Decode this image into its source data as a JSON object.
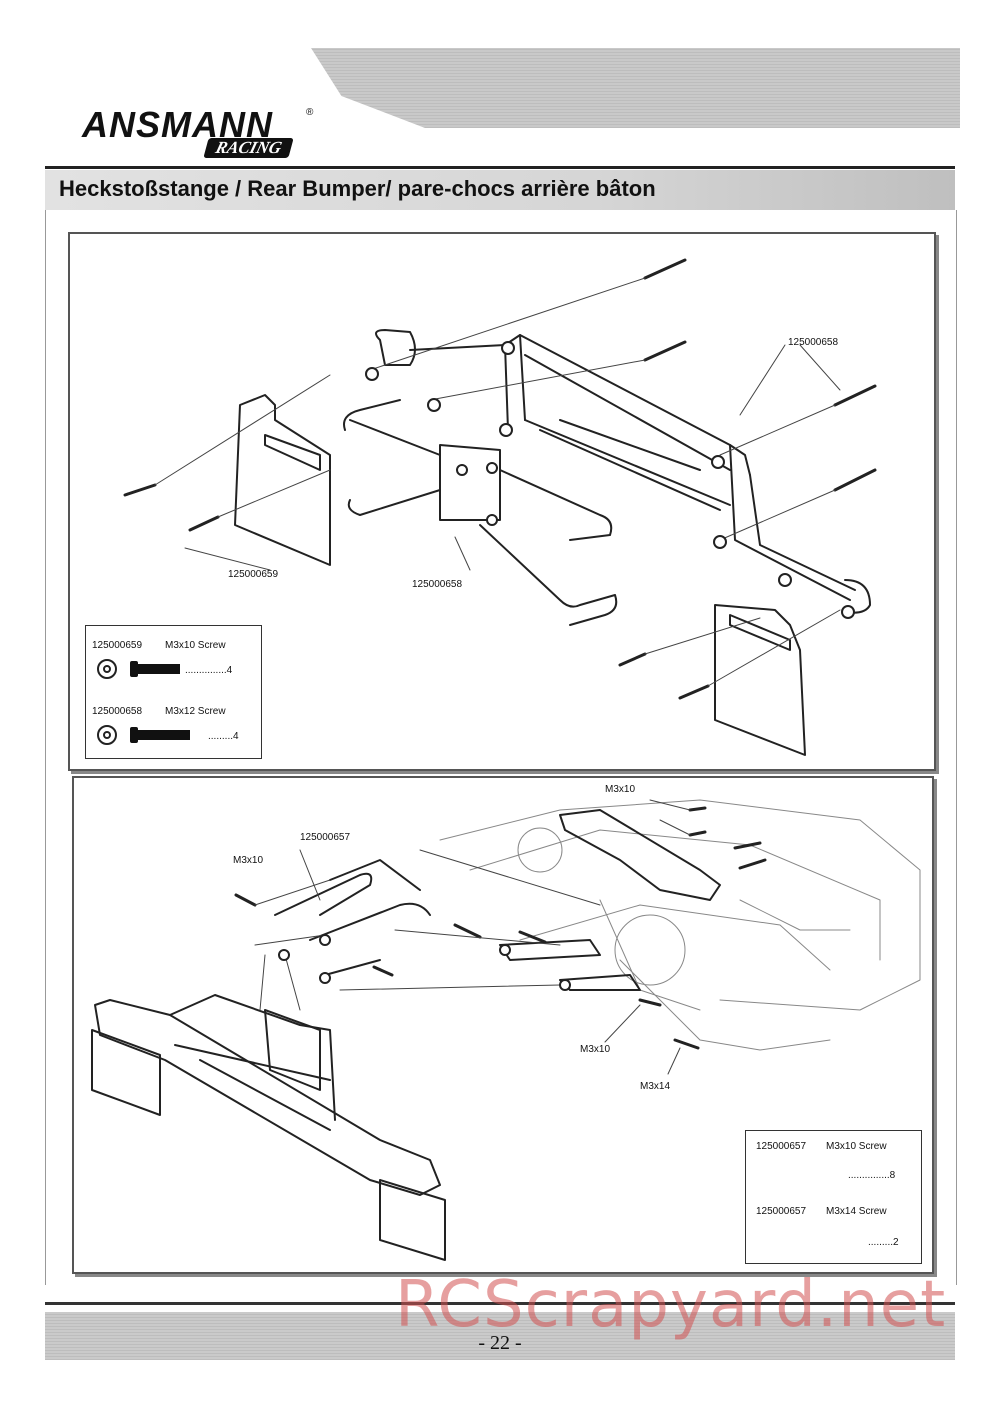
{
  "header": {
    "brand_name": "ANSMANN",
    "brand_sub": "RACING",
    "registered": "®"
  },
  "section_title": "Heckstoßstange / Rear Bumper/ pare-chocs arrière bâton",
  "panel_top": {
    "callouts": {
      "part_right": "125000658",
      "part_left_plate": "125000659",
      "part_center": "125000658"
    },
    "legend": {
      "row1_part": "125000659",
      "row1_desc": "M3x10 Screw",
      "row1_qty": "...............4",
      "row2_part": "125000658",
      "row2_desc": "M3x12 Screw",
      "row2_qty": ".........4"
    }
  },
  "panel_bottom": {
    "callouts": {
      "m3x10_top": "M3x10",
      "part_top": "125000657",
      "m3x10_left": "M3x10",
      "m3x10_lower": "M3x10",
      "m3x14": "M3x14"
    },
    "legend": {
      "row1_part": "125000657",
      "row1_desc": "M3x10 Screw",
      "row1_qty": "...............8",
      "row2_part": "125000657",
      "row2_desc": "M3x14 Screw",
      "row2_qty": ".........2"
    }
  },
  "footer": {
    "page_number": "- 22 -",
    "watermark": "RCScrapyard.net"
  }
}
